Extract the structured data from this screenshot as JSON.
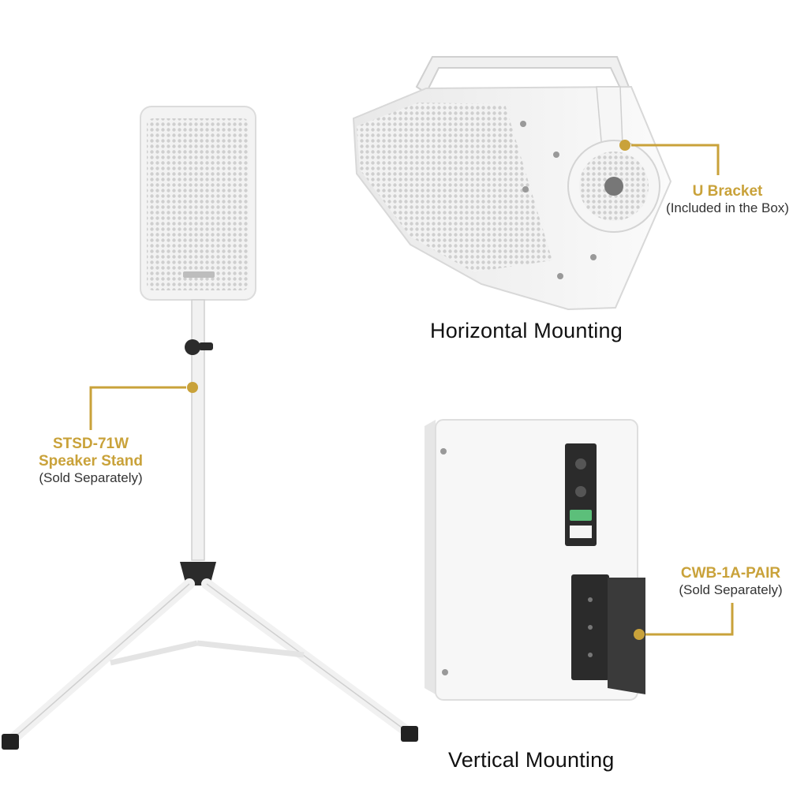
{
  "colors": {
    "accent": "#c9a23a",
    "speaker_white": "#f4f4f4",
    "speaker_shade": "#d9d9d9",
    "hardware": "#2b2b2b",
    "text": "#111111"
  },
  "callouts": {
    "u_bracket": {
      "title": "U Bracket",
      "subtitle": "(Included in the Box)"
    },
    "stand": {
      "title_line1": "STSD-71W",
      "title_line2": "Speaker Stand",
      "subtitle": "(Sold Separately)"
    },
    "wall_bracket": {
      "title": "CWB-1A-PAIR",
      "subtitle": "(Sold Separately)"
    }
  },
  "headings": {
    "horizontal": "Horizontal Mounting",
    "vertical": "Vertical Mounting"
  },
  "icons": {
    "callout_marker": "dot-marker-icon"
  }
}
